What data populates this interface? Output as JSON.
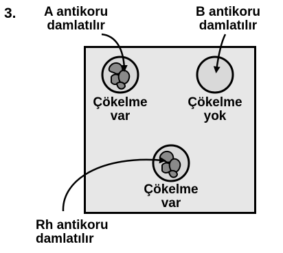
{
  "question_number": "3.",
  "labels": {
    "a_top": [
      "A antikoru",
      "damlatılır"
    ],
    "b_top": [
      "B antikoru",
      "damlatılır"
    ],
    "rh_bottom": [
      "Rh antikoru",
      "damlatılır"
    ]
  },
  "results": {
    "a": [
      "Çökelme",
      "var"
    ],
    "b": [
      "Çökelme",
      "yok"
    ],
    "rh": [
      "Çökelme",
      "var"
    ]
  },
  "colors": {
    "card_fill": "#e7e7e7",
    "drop_fill": "#d9d9d9",
    "clump_fill": "#8a8a8a"
  }
}
